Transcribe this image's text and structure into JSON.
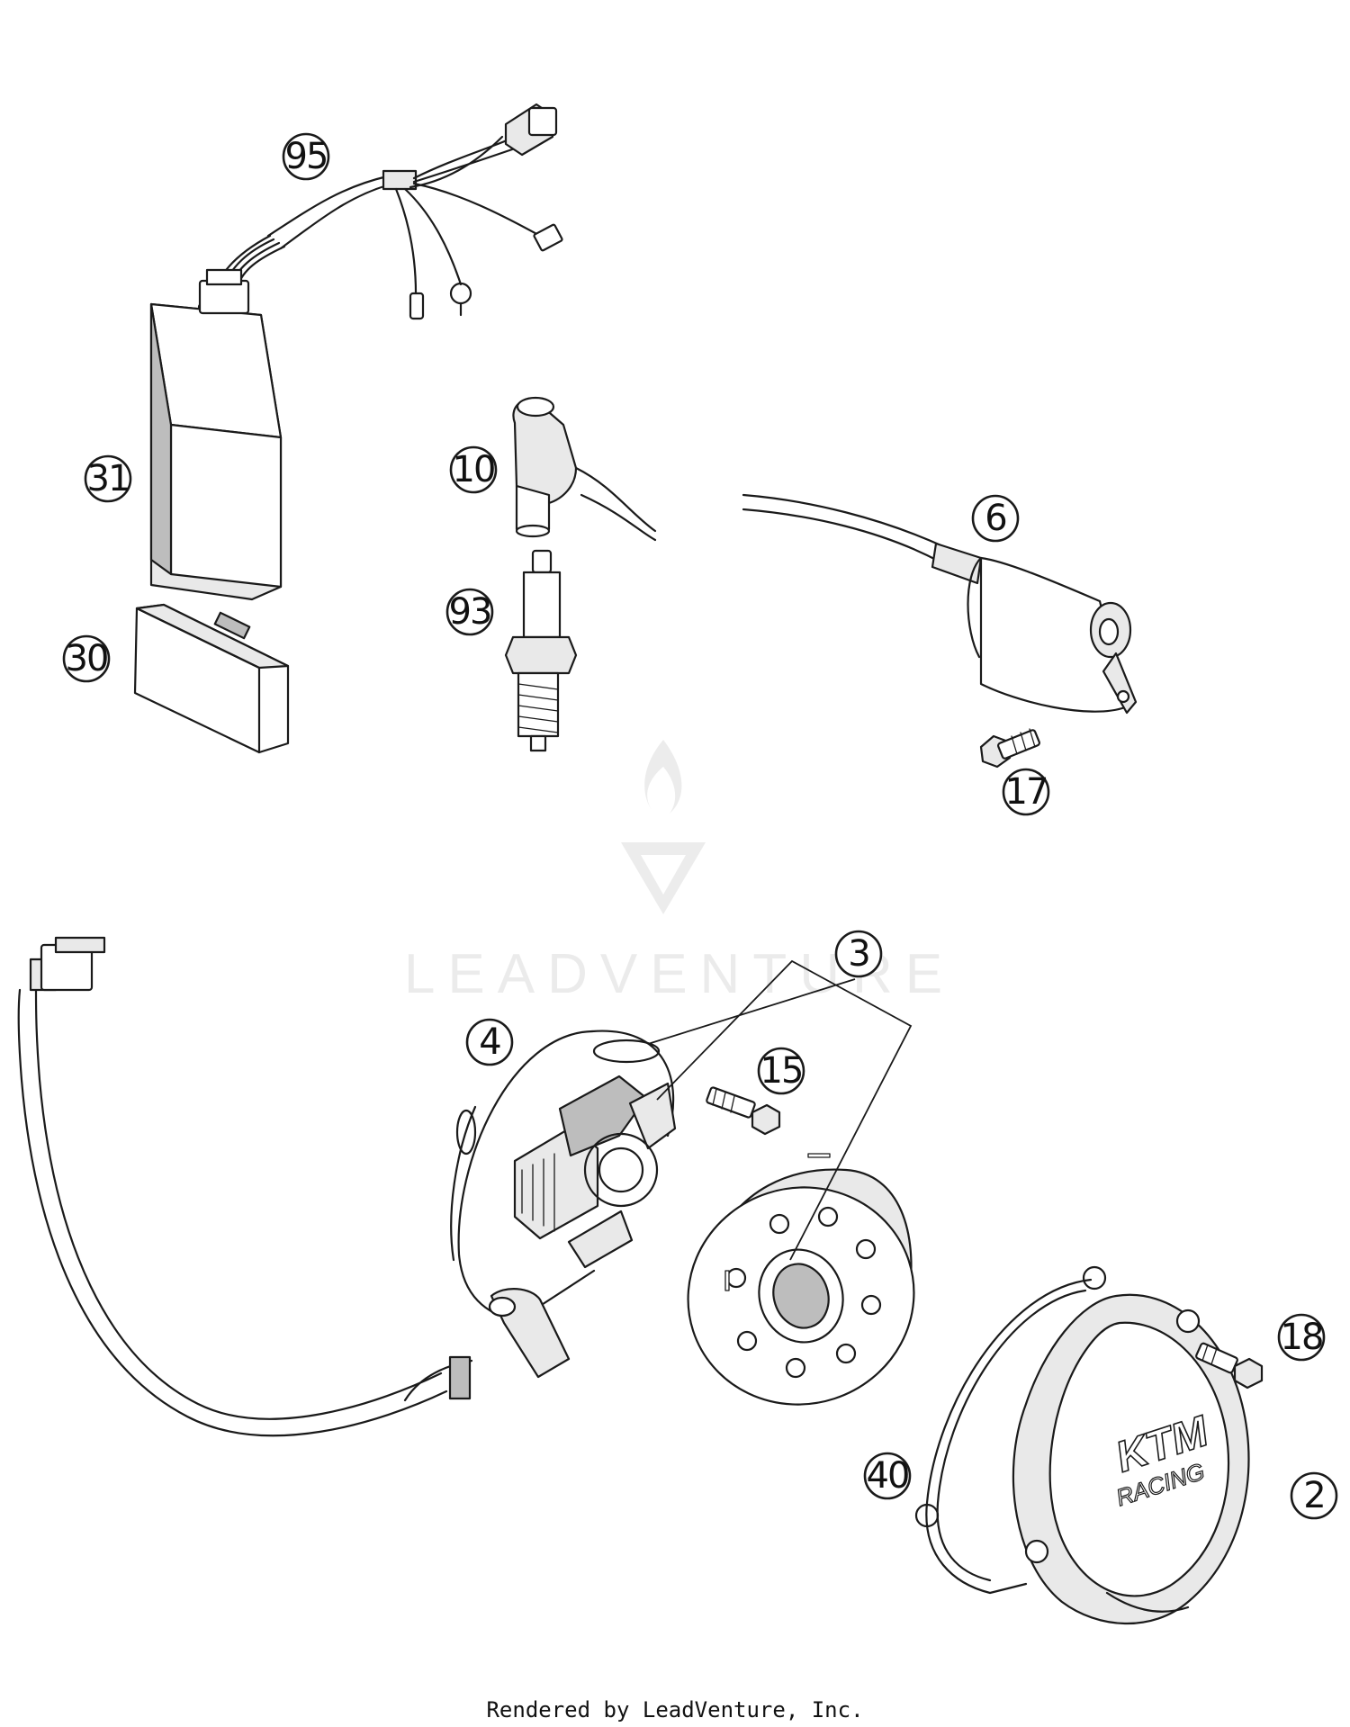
{
  "diagram": {
    "callouts": [
      {
        "id": "95",
        "label": "95",
        "part": "wiring-harness"
      },
      {
        "id": "31",
        "label": "31",
        "part": "cdi-unit"
      },
      {
        "id": "30",
        "label": "30",
        "part": "cdi-holder"
      },
      {
        "id": "10",
        "label": "10",
        "part": "spark-plug-cap"
      },
      {
        "id": "93",
        "label": "93",
        "part": "spark-plug"
      },
      {
        "id": "6",
        "label": "6",
        "part": "ignition-coil"
      },
      {
        "id": "17",
        "label": "17",
        "part": "coil-bolt"
      },
      {
        "id": "3",
        "label": "3",
        "part": "rotor-stator-set"
      },
      {
        "id": "4",
        "label": "4",
        "part": "stator-plate"
      },
      {
        "id": "15",
        "label": "15",
        "part": "stator-bolt"
      },
      {
        "id": "18",
        "label": "18",
        "part": "cover-bolt"
      },
      {
        "id": "40",
        "label": "40",
        "part": "cover-gasket"
      },
      {
        "id": "2",
        "label": "2",
        "part": "ignition-cover"
      }
    ],
    "cover_logo": {
      "line1": "KTM",
      "line2": "RACING"
    },
    "watermark": "LEADVENTURE"
  },
  "footer": {
    "text": "Rendered by LeadVenture, Inc."
  }
}
